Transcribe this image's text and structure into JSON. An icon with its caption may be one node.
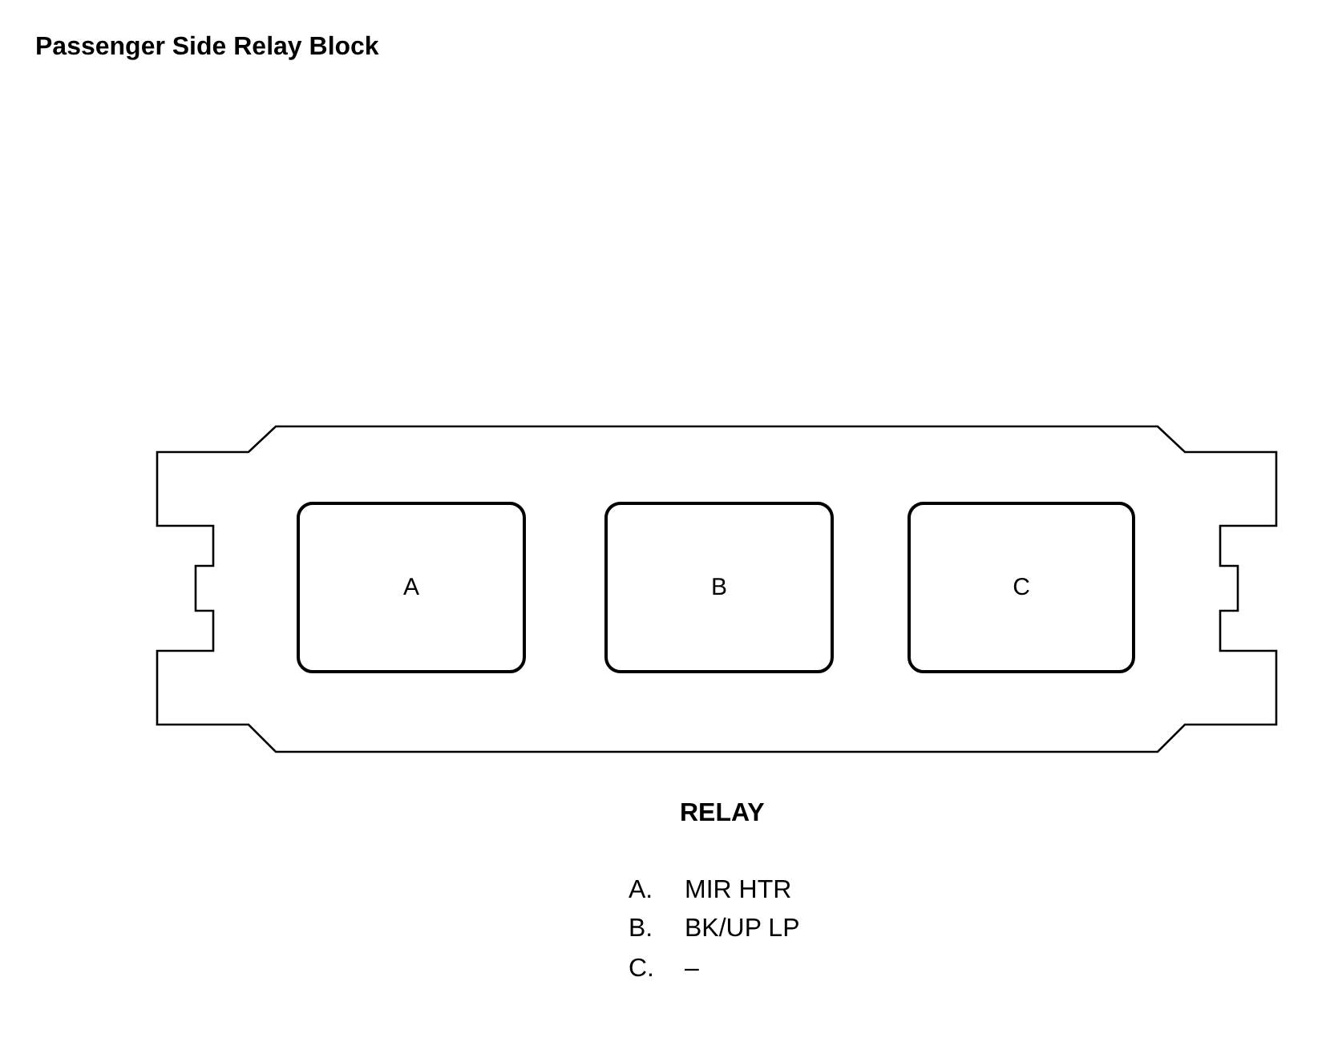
{
  "diagram": {
    "title": "Passenger Side Relay Block",
    "nodes": [
      {
        "text": [],
        "shape": "box"
      },
      {
        "text": [
          "A"
        ],
        "in": 0
      },
      {
        "text": [
          "B"
        ],
        "in": 0
      },
      {
        "text": [
          "C"
        ],
        "in": 0
      }
    ],
    "edges": [],
    "labels": [
      "RELAY",
      "A.",
      "MIR HTR",
      "B.",
      "BK/UP LP",
      "C.",
      "–"
    ]
  }
}
